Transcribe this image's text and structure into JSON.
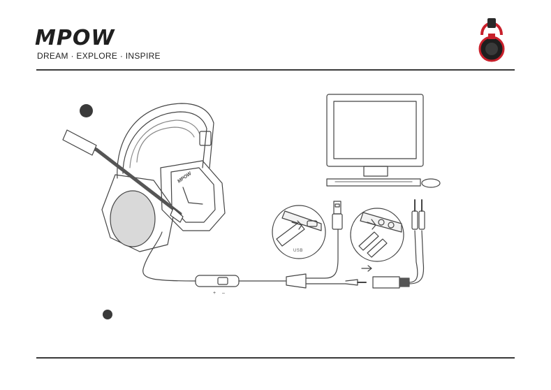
{
  "brand": {
    "logo_text": "MPOW",
    "tagline": "DREAM · EXPLORE · INSPIRE"
  },
  "illustration": {
    "usb_label": "USB"
  },
  "colors": {
    "rule": "#3a3a3a",
    "line_art": "#444444",
    "cushion": "#d9d9d9",
    "thumb_accent": "#c8202b"
  }
}
